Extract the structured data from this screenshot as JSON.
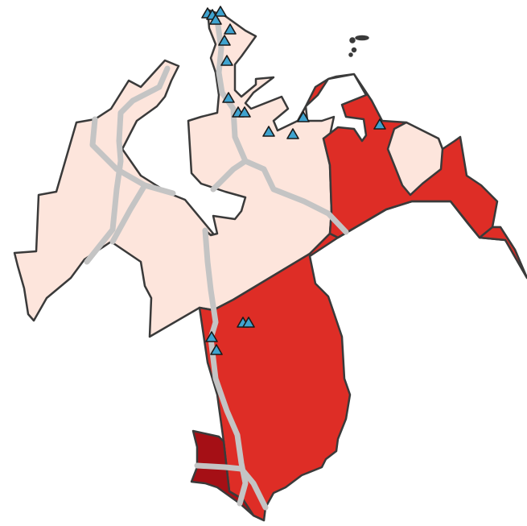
{
  "map": {
    "colors": {
      "low": "#fde5dc",
      "high": "#de2d26",
      "highest": "#a50f15",
      "road": "#c4c4c4",
      "marker": "#3fa3cf",
      "border": "#3a3a3a"
    },
    "regions": [
      {
        "id": "west",
        "level": "low"
      },
      {
        "id": "north-central",
        "level": "low"
      },
      {
        "id": "northeast-enclave",
        "level": "low"
      },
      {
        "id": "east",
        "level": "high"
      },
      {
        "id": "south",
        "level": "high"
      },
      {
        "id": "southwest-tip",
        "level": "highest"
      }
    ],
    "marker_count": 20
  }
}
